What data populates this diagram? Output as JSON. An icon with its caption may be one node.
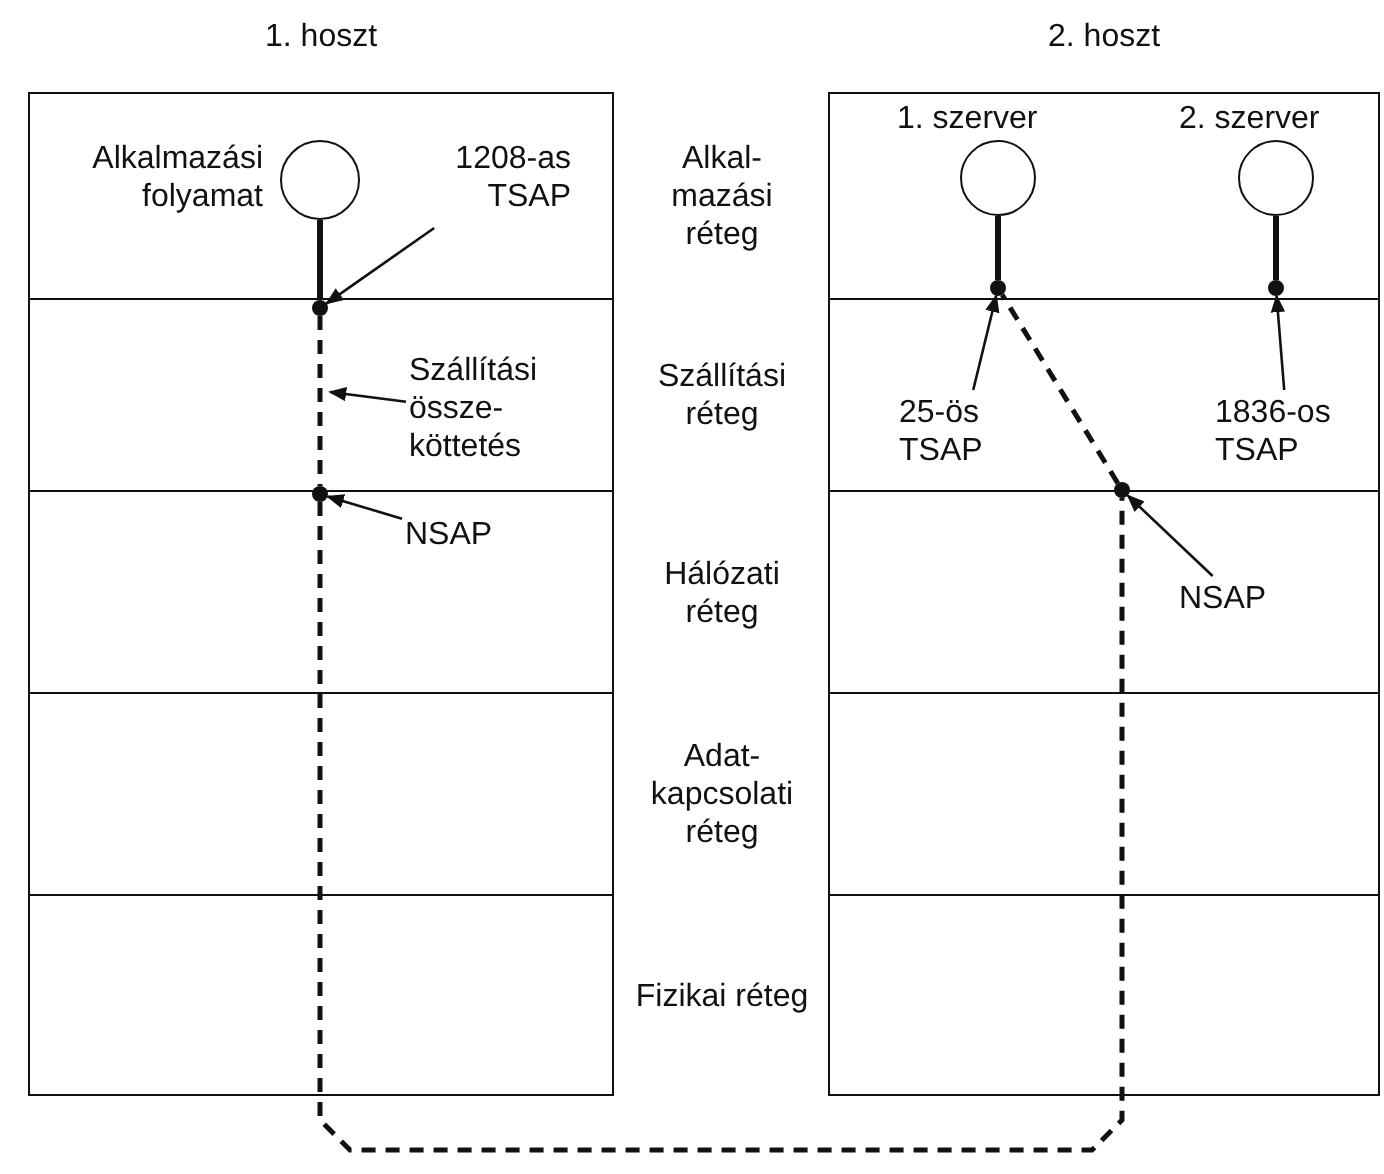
{
  "diagram": {
    "nodes": [
      {
        "text": [
          "1. hoszt"
        ]
      },
      {
        "text": [],
        "shape": "circle",
        "beside": [
          "Alkalmazási folyamat"
        ],
        "in": 0
      },
      {
        "text": [
          "1208-as TSAP"
        ],
        "in": 0
      },
      {
        "text": [],
        "shape": "circle",
        "in": 0
      },
      {
        "text": [
          "Szállítási össze- köttetés"
        ],
        "in": 0
      },
      {
        "text": [],
        "shape": "circle",
        "in": 0
      },
      {
        "text": [
          "NSAP"
        ],
        "in": 0
      },
      {
        "text": [
          "2. hoszt"
        ]
      },
      {
        "text": [],
        "shape": "circle",
        "beside": [
          "1. szerver"
        ],
        "in": 7
      },
      {
        "text": [],
        "shape": "circle",
        "beside": [
          "2. szerver"
        ],
        "in": 7
      },
      {
        "text": [],
        "shape": "circle",
        "in": 7
      },
      {
        "text": [],
        "shape": "circle",
        "in": 7
      },
      {
        "text": [
          "25-ös TSAP"
        ],
        "in": 7
      },
      {
        "text": [
          "1836-os TSAP"
        ],
        "in": 7
      },
      {
        "text": [],
        "shape": "circle",
        "in": 7
      },
      {
        "text": [
          "NSAP"
        ],
        "in": 7
      }
    ],
    "edges": [
      {
        "from": 1,
        "to": 3,
        "arrow": "none",
        "style": "thick"
      },
      {
        "from": 3,
        "to": 5,
        "arrow": "none",
        "style": "dashed"
      },
      {
        "from": 5,
        "to": 14,
        "arrow": "none",
        "style": "dashed"
      },
      {
        "from": 14,
        "to": 10,
        "arrow": "none",
        "style": "dashed"
      },
      {
        "from": 8,
        "to": 10,
        "arrow": "none",
        "style": "thick"
      },
      {
        "from": 9,
        "to": 11,
        "arrow": "none",
        "style": "thick"
      },
      {
        "from": 2,
        "to": 3,
        "arrow": "to"
      },
      {
        "from": 4,
        "to": null,
        "arrow": "to"
      },
      {
        "from": 6,
        "to": 5,
        "arrow": "to"
      },
      {
        "from": 12,
        "to": 10,
        "arrow": "to"
      },
      {
        "from": 13,
        "to": 11,
        "arrow": "to"
      },
      {
        "from": 15,
        "to": 14,
        "arrow": "to"
      }
    ],
    "labels": [
      "Alkal- mazási réteg",
      "Szállítási réteg",
      "Hálózati réteg",
      "Adat- kapcsolati réteg",
      "Fizikai réteg"
    ]
  }
}
